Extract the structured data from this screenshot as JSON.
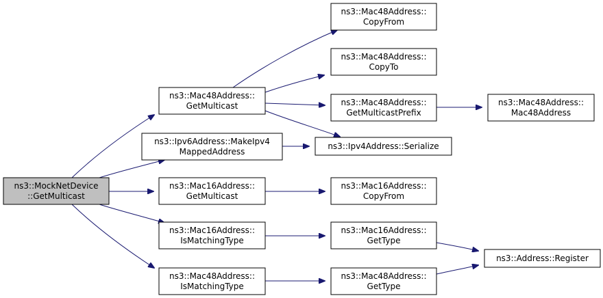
{
  "diagram": {
    "colors": {
      "edge": "#191970",
      "root_fill": "#bfbfbf",
      "node_fill": "#ffffff",
      "border": "#000000"
    },
    "nodes": [
      {
        "id": "root",
        "lines": [
          "ns3::MockNetDevice",
          "::GetMulticast"
        ],
        "root": true
      },
      {
        "id": "mac48-getmulticast",
        "lines": [
          "ns3::Mac48Address::",
          "GetMulticast"
        ]
      },
      {
        "id": "ipv6-makeipv4mapped",
        "lines": [
          "ns3::Ipv6Address::MakeIpv4",
          "MappedAddress"
        ]
      },
      {
        "id": "mac16-getmulticast",
        "lines": [
          "ns3::Mac16Address::",
          "GetMulticast"
        ]
      },
      {
        "id": "mac16-ismatchingtype",
        "lines": [
          "ns3::Mac16Address::",
          "IsMatchingType"
        ]
      },
      {
        "id": "mac48-ismatchingtype",
        "lines": [
          "ns3::Mac48Address::",
          "IsMatchingType"
        ]
      },
      {
        "id": "mac48-copyfrom",
        "lines": [
          "ns3::Mac48Address::",
          "CopyFrom"
        ]
      },
      {
        "id": "mac48-copyto",
        "lines": [
          "ns3::Mac48Address::",
          "CopyTo"
        ]
      },
      {
        "id": "mac48-getmulticastprefix",
        "lines": [
          "ns3::Mac48Address::",
          "GetMulticastPrefix"
        ]
      },
      {
        "id": "ipv4-serialize",
        "lines": [
          "ns3::Ipv4Address::Serialize"
        ]
      },
      {
        "id": "mac16-copyfrom",
        "lines": [
          "ns3::Mac16Address::",
          "CopyFrom"
        ]
      },
      {
        "id": "mac16-gettype",
        "lines": [
          "ns3::Mac16Address::",
          "GetType"
        ]
      },
      {
        "id": "mac48-gettype",
        "lines": [
          "ns3::Mac48Address::",
          "GetType"
        ]
      },
      {
        "id": "mac48-ctor",
        "lines": [
          "ns3::Mac48Address::",
          "Mac48Address"
        ]
      },
      {
        "id": "address-register",
        "lines": [
          "ns3::Address::Register"
        ]
      }
    ],
    "edges": [
      {
        "from": "root",
        "to": "mac48-getmulticast"
      },
      {
        "from": "root",
        "to": "ipv6-makeipv4mapped"
      },
      {
        "from": "root",
        "to": "mac16-getmulticast"
      },
      {
        "from": "root",
        "to": "mac16-ismatchingtype"
      },
      {
        "from": "root",
        "to": "mac48-ismatchingtype"
      },
      {
        "from": "mac48-getmulticast",
        "to": "mac48-copyfrom"
      },
      {
        "from": "mac48-getmulticast",
        "to": "mac48-copyto"
      },
      {
        "from": "mac48-getmulticast",
        "to": "mac48-getmulticastprefix"
      },
      {
        "from": "mac48-getmulticast",
        "to": "ipv4-serialize"
      },
      {
        "from": "mac48-getmulticastprefix",
        "to": "mac48-ctor"
      },
      {
        "from": "ipv6-makeipv4mapped",
        "to": "ipv4-serialize"
      },
      {
        "from": "mac16-getmulticast",
        "to": "mac16-copyfrom"
      },
      {
        "from": "mac16-ismatchingtype",
        "to": "mac16-gettype"
      },
      {
        "from": "mac48-ismatchingtype",
        "to": "mac48-gettype"
      },
      {
        "from": "mac16-gettype",
        "to": "address-register"
      },
      {
        "from": "mac48-gettype",
        "to": "address-register"
      }
    ]
  }
}
